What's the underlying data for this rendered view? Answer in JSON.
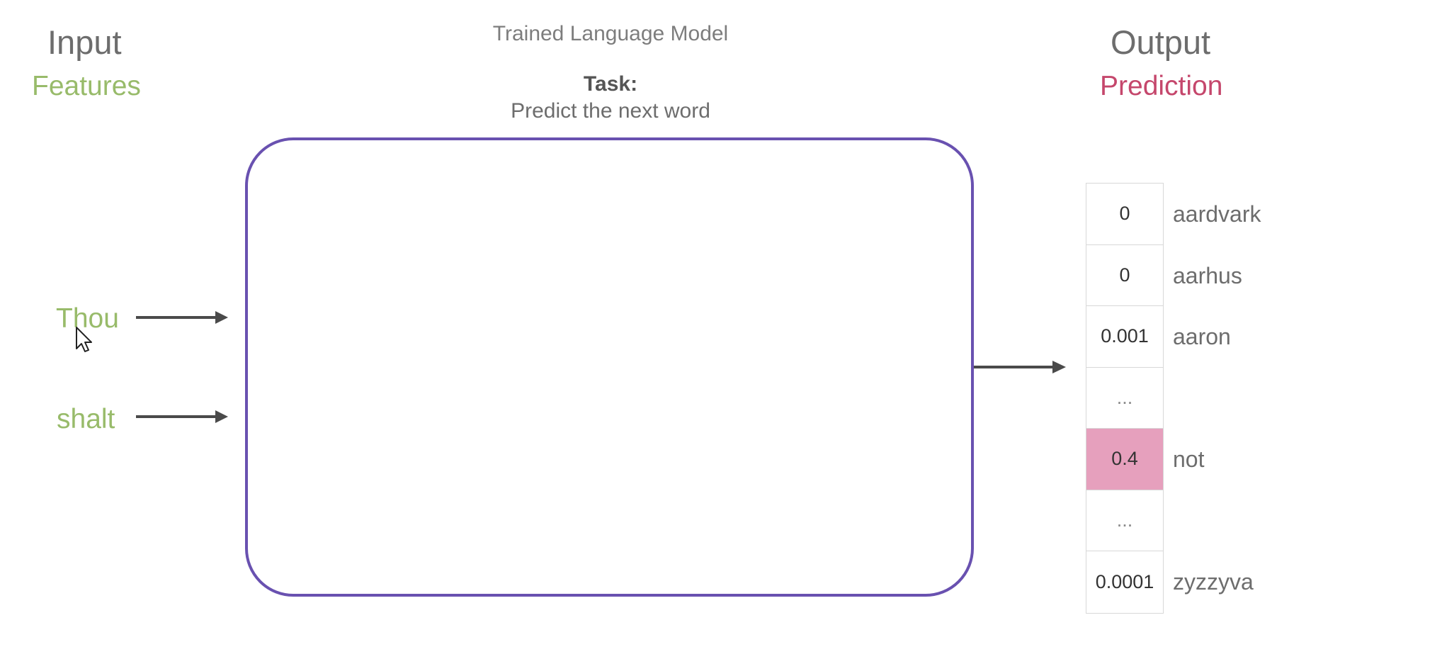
{
  "left_heading": {
    "title": "Input",
    "subtitle": "Features"
  },
  "right_heading": {
    "title": "Output",
    "subtitle": "Prediction"
  },
  "model": {
    "title": "Trained Language Model",
    "task_label": "Task:",
    "task_description": "Predict the next word"
  },
  "input_words": [
    "Thou",
    "shalt"
  ],
  "output_rows": [
    {
      "value": "0",
      "word": "aardvark"
    },
    {
      "value": "0",
      "word": "aarhus"
    },
    {
      "value": "0.001",
      "word": "aaron"
    },
    {
      "value": "...",
      "word": ""
    },
    {
      "value": "0.4",
      "word": "not"
    },
    {
      "value": "...",
      "word": ""
    },
    {
      "value": "0.0001",
      "word": "zyzzyva"
    }
  ],
  "colors": {
    "features": "#98bb6a",
    "prediction": "#c5476c",
    "model_border": "#6951b0",
    "highlight_cell": "#e6a0bd",
    "arrow": "#4a4a4a"
  },
  "icons": [
    "mouse-cursor-icon"
  ]
}
